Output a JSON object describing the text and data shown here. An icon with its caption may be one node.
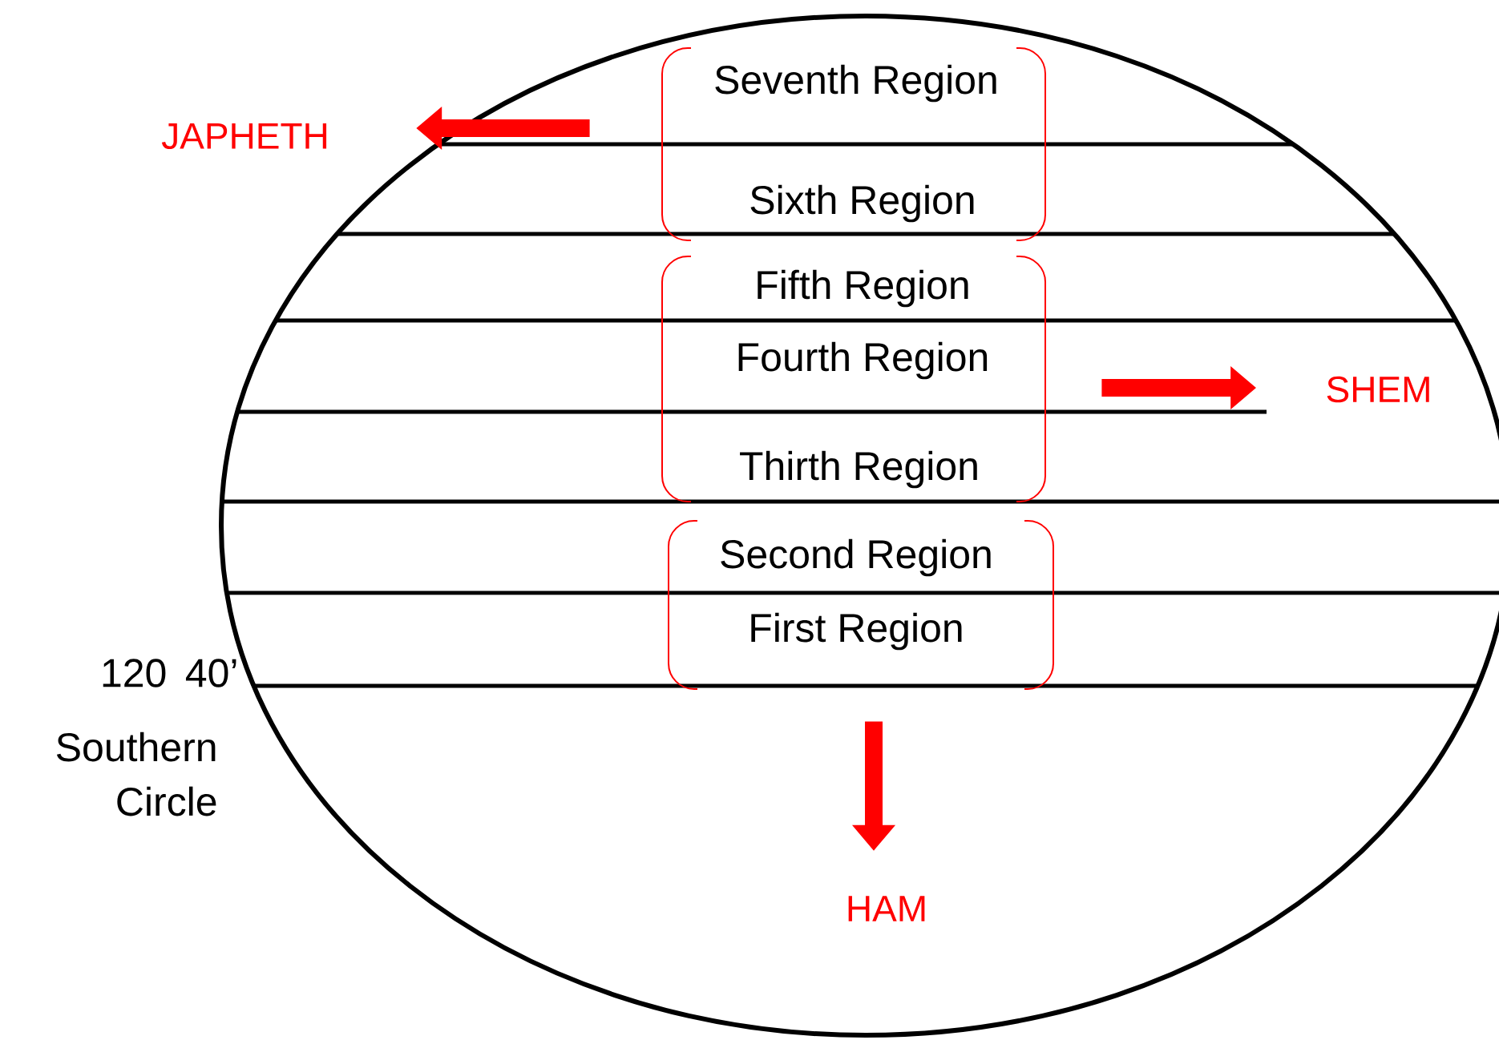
{
  "diagram": {
    "nodes": [
      {
        "text": [
          "Seventh Region",
          "Sixth Region"
        ]
      },
      {
        "text": [
          "Fifth Region",
          "Fourth Region",
          "Thirth Region"
        ]
      },
      {
        "text": [
          "Second Region",
          "First Region"
        ]
      },
      {
        "text": [
          "JAPHETH"
        ]
      },
      {
        "text": [
          "SHEM"
        ]
      },
      {
        "text": [
          "HAM"
        ]
      }
    ],
    "edges": [
      {
        "from": 0,
        "to": 3,
        "arrow": "to"
      },
      {
        "from": 1,
        "to": 4,
        "arrow": "to"
      },
      {
        "from": 2,
        "to": 5,
        "arrow": "to"
      }
    ],
    "labels": [
      "120 40’",
      "Southern Circle"
    ]
  }
}
